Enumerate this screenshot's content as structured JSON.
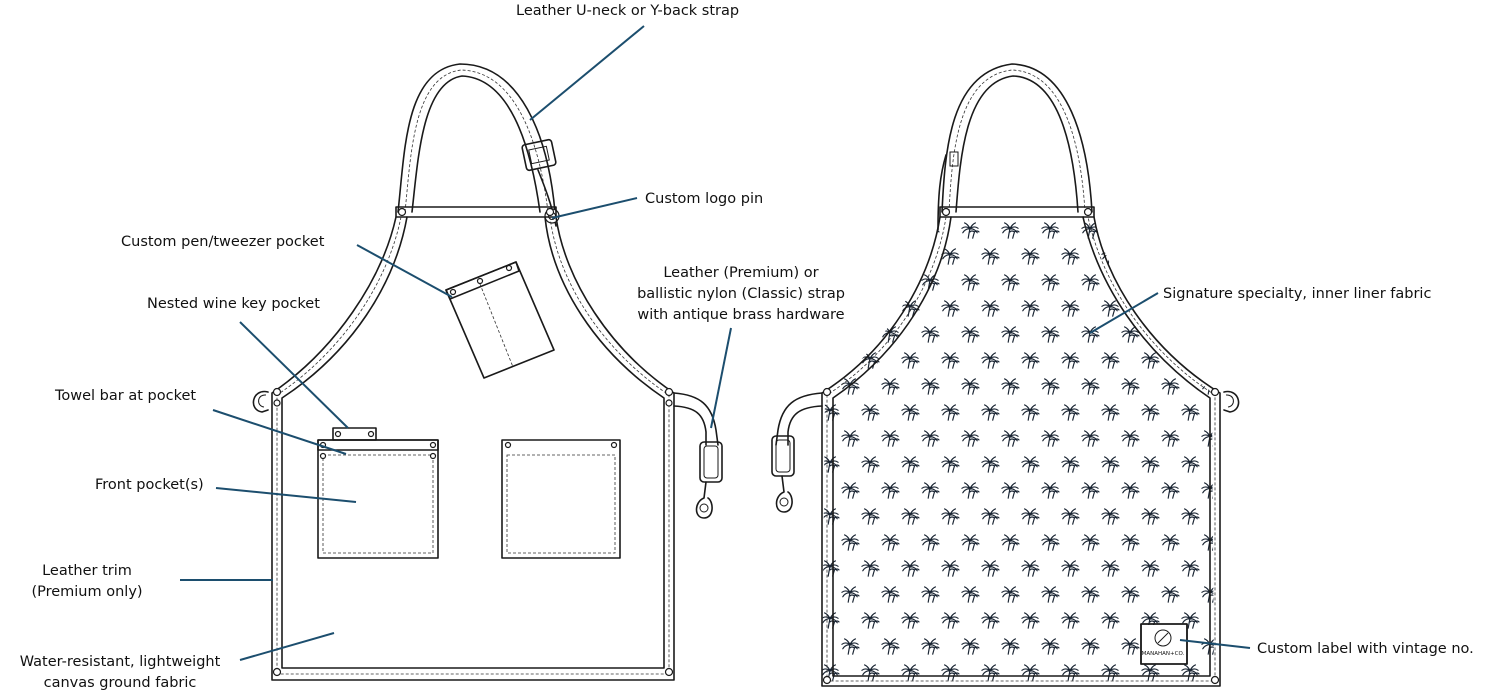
{
  "labels": {
    "strap": "Leather U-neck or Y-back strap",
    "logo_pin": "Custom logo pin",
    "pen_pocket": "Custom pen/tweezer pocket",
    "side_strap": [
      "Leather (Premium) or",
      "ballistic nylon (Classic) strap",
      "with antique brass hardware"
    ],
    "wine_key": "Nested wine key pocket",
    "towel_bar": "Towel bar at pocket",
    "front_pocket": "Front pocket(s)",
    "leather_trim": [
      "Leather trim",
      "(Premium only)"
    ],
    "ground_fabric": [
      "Water-resistant, lightweight",
      "canvas ground fabric"
    ],
    "liner": "Signature specialty, inner liner fabric",
    "custom_label": "Custom label with vintage no."
  },
  "tag_text": "MANAHAN+CO.",
  "colors": {
    "leader": "#1c4e6e",
    "outline": "#1a1a1a",
    "pattern": "#1a2533"
  },
  "icons": [
    "palm-tree-icon",
    "buckle-icon",
    "clip-hook-icon",
    "d-ring-icon"
  ]
}
